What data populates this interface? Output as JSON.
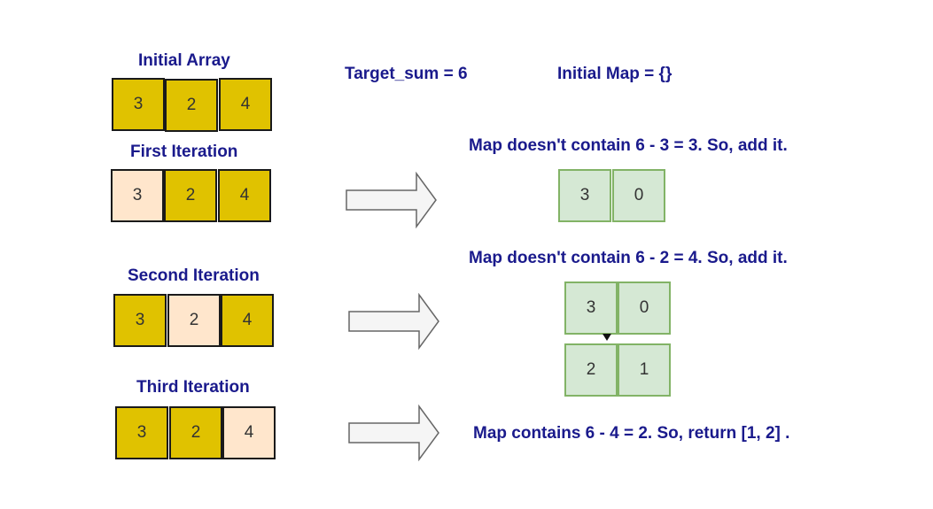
{
  "titles": {
    "initial_array": "Initial Array",
    "target_sum": "Target_sum = 6",
    "initial_map": "Initial Map = {}",
    "first_iteration": "First Iteration",
    "second_iteration": "Second Iteration",
    "third_iteration": "Third Iteration"
  },
  "steps": {
    "first": "Map doesn't contain 6 - 3 = 3. So, add it.",
    "second": "Map doesn't contain 6 - 2 = 4. So, add it.",
    "third": "Map contains 6 -  4 = 2. So, return [1, 2] ."
  },
  "arrays": {
    "initial": [
      "3",
      "2",
      "4"
    ],
    "first": [
      "3",
      "2",
      "4"
    ],
    "second": [
      "3",
      "2",
      "4"
    ],
    "third": [
      "3",
      "2",
      "4"
    ]
  },
  "maps": {
    "first": [
      [
        "3",
        "0"
      ]
    ],
    "second": [
      [
        "3",
        "0"
      ],
      [
        "2",
        "1"
      ]
    ]
  },
  "colors": {
    "title_text": "#1a1a8c",
    "array_cell": "#e0c200",
    "highlight_cell": "#ffe6cc",
    "map_fill": "#d5e8d4",
    "map_border": "#82b366",
    "arrow_fill": "#f5f5f5",
    "arrow_stroke": "#666666"
  }
}
